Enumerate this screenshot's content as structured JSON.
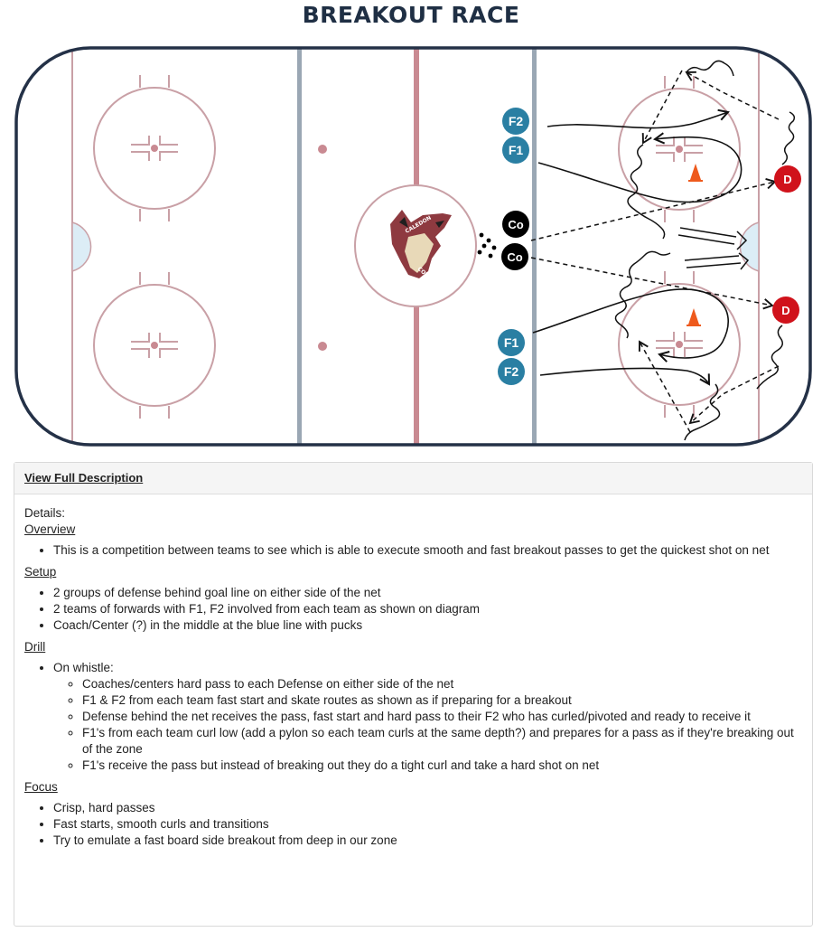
{
  "title": "BREAKOUT RACE",
  "diagram": {
    "logo_text": [
      "CALEDON",
      "COYOTES"
    ],
    "players": [
      {
        "label": "F2",
        "team": "forward"
      },
      {
        "label": "F1",
        "team": "forward"
      },
      {
        "label": "F1",
        "team": "forward"
      },
      {
        "label": "F2",
        "team": "forward"
      },
      {
        "label": "Co",
        "team": "coach"
      },
      {
        "label": "Co",
        "team": "coach"
      },
      {
        "label": "D",
        "team": "defense"
      },
      {
        "label": "D",
        "team": "defense"
      }
    ],
    "colors": {
      "forward": "#2a7fa3",
      "coach": "#000000",
      "defense": "#d0121b",
      "rink_border": "#243147",
      "rink_lines": "#c9a0a6",
      "blue_line": "#9aa7b4",
      "center_line": "#c98a92",
      "crease": "#dcedf6",
      "cone": "#ee5a1d"
    }
  },
  "description": {
    "link_label": "View Full Description",
    "details_label": "Details:",
    "overview": {
      "title": "Overview",
      "items": [
        "This is a competition between teams to see which is able to execute smooth and fast breakout passes to get the quickest shot on net"
      ]
    },
    "setup": {
      "title": "Setup",
      "items": [
        "2 groups of defense behind goal line on either side of the net",
        "2 teams of forwards with F1, F2 involved from each team as shown on diagram",
        "Coach/Center (?) in the middle at the blue line with pucks"
      ]
    },
    "drill": {
      "title": "Drill",
      "item": "On whistle:",
      "subitems": [
        "Coaches/centers hard pass to each Defense on either side of the net",
        "F1 & F2 from each team fast start and skate routes as shown as if preparing for a breakout",
        "Defense behind the net receives the pass, fast start and hard pass to their F2 who has curled/pivoted and ready to receive it",
        "F1's from each team curl low (add a pylon so each team curls at the same depth?) and prepares for a pass as if they're breaking out of the zone",
        "F1's receive the pass but instead of breaking out they do a tight curl and take a hard shot on net"
      ]
    },
    "focus": {
      "title": "Focus",
      "items": [
        "Crisp, hard passes",
        "Fast starts, smooth curls and transitions",
        "Try to emulate a fast board side breakout from deep in our zone"
      ]
    }
  }
}
